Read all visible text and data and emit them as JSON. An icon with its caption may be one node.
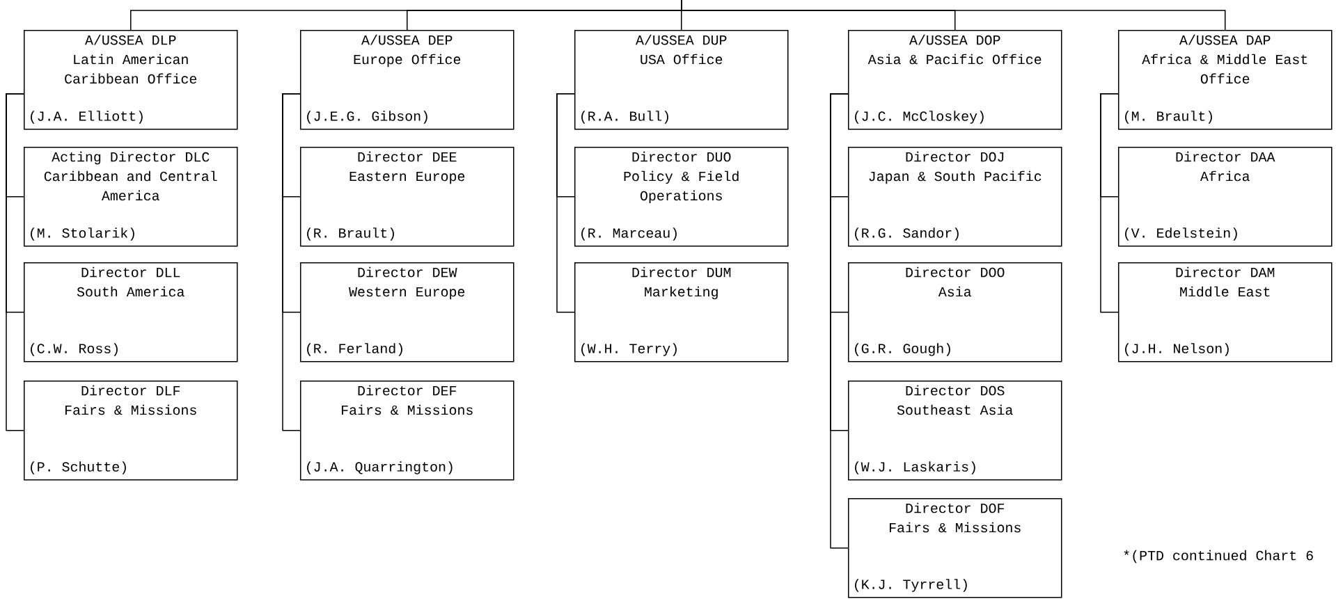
{
  "diagram": {
    "nodes": [
      {
        "text": [
          "A/USSEA DLP",
          "Latin American Caribbean Office",
          "(J.A. Elliott)"
        ]
      },
      {
        "text": [
          "Acting Director DLC",
          "Caribbean and Central America",
          "(M. Stolarik)"
        ]
      },
      {
        "text": [
          "Director DLL",
          "South America",
          "(C.W. Ross)"
        ]
      },
      {
        "text": [
          "Director DLF",
          "Fairs & Missions",
          "(P. Schutte)"
        ]
      },
      {
        "text": [
          "A/USSEA DEP",
          "Europe Office",
          "(J.E.G. Gibson)"
        ]
      },
      {
        "text": [
          "Director DEE",
          "Eastern Europe",
          "(R. Brault)"
        ]
      },
      {
        "text": [
          "Director DEW",
          "Western Europe",
          "(R. Ferland)"
        ]
      },
      {
        "text": [
          "Director DEF",
          "Fairs & Missions",
          "(J.A. Quarrington)"
        ]
      },
      {
        "text": [
          "A/USSEA DUP",
          "USA Office",
          "(R.A. Bull)"
        ]
      },
      {
        "text": [
          "Director DUO",
          "Policy & Field Operations",
          "(R. Marceau)"
        ]
      },
      {
        "text": [
          "Director DUM",
          "Marketing",
          "(W.H. Terry)"
        ]
      },
      {
        "text": [
          "A/USSEA DOP",
          "Asia & Pacific Office",
          "(J.C. McCloskey)"
        ]
      },
      {
        "text": [
          "Director DOJ",
          "Japan & South Pacific",
          "(R.G. Sandor)"
        ]
      },
      {
        "text": [
          "Director DOO",
          "Asia",
          "(G.R. Gough)"
        ]
      },
      {
        "text": [
          "Director DOS",
          "Southeast Asia",
          "(W.J. Laskaris)"
        ]
      },
      {
        "text": [
          "Director DOF",
          "Fairs & Missions",
          "(K.J. Tyrrell)"
        ]
      },
      {
        "text": [
          "A/USSEA DAP",
          "Africa & Middle East Office",
          "(M. Brault)"
        ]
      },
      {
        "text": [
          "Director DAA",
          "Africa",
          "(V. Edelstein)"
        ]
      },
      {
        "text": [
          "Director DAM",
          "Middle East",
          "(J.H. Nelson)"
        ]
      }
    ],
    "edges": [
      {
        "from": null,
        "to": 0,
        "arrow": "none"
      },
      {
        "from": null,
        "to": 4,
        "arrow": "none"
      },
      {
        "from": null,
        "to": 8,
        "arrow": "none"
      },
      {
        "from": null,
        "to": 11,
        "arrow": "none"
      },
      {
        "from": null,
        "to": 16,
        "arrow": "none"
      },
      {
        "from": 0,
        "to": 1,
        "arrow": "none"
      },
      {
        "from": 0,
        "to": 2,
        "arrow": "none"
      },
      {
        "from": 0,
        "to": 3,
        "arrow": "none"
      },
      {
        "from": 4,
        "to": 5,
        "arrow": "none"
      },
      {
        "from": 4,
        "to": 6,
        "arrow": "none"
      },
      {
        "from": 4,
        "to": 7,
        "arrow": "none"
      },
      {
        "from": 8,
        "to": 9,
        "arrow": "none"
      },
      {
        "from": 8,
        "to": 10,
        "arrow": "none"
      },
      {
        "from": 11,
        "to": 12,
        "arrow": "none"
      },
      {
        "from": 11,
        "to": 13,
        "arrow": "none"
      },
      {
        "from": 11,
        "to": 14,
        "arrow": "none"
      },
      {
        "from": 11,
        "to": 15,
        "arrow": "none"
      },
      {
        "from": 16,
        "to": 17,
        "arrow": "none"
      },
      {
        "from": 16,
        "to": 18,
        "arrow": "none"
      }
    ],
    "labels": [
      "*(PTD continued Chart 6"
    ]
  }
}
